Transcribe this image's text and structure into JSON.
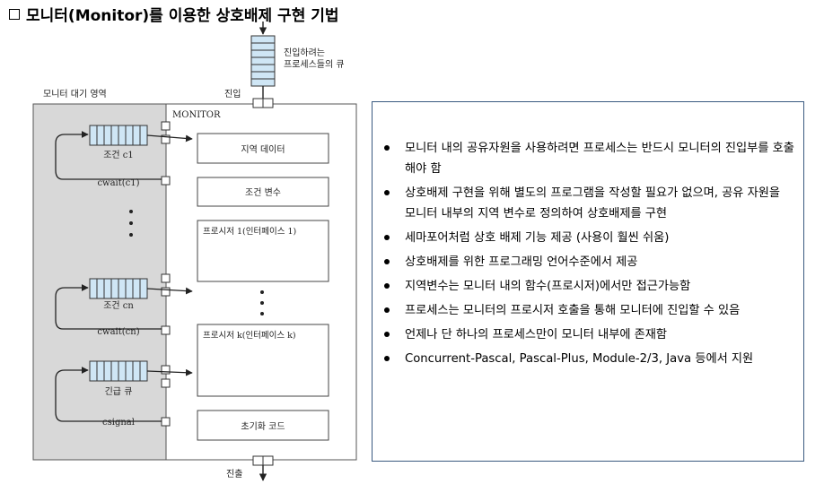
{
  "title": "모니터(Monitor)를 이용한 상호배제 구현 기법",
  "diagram": {
    "queue_label_line1": "진입하려는",
    "queue_label_line2": "프로세스들의 큐",
    "waiting_area_label": "모니터 대기 영역",
    "entry_label": "진입",
    "monitor_label": "MONITOR",
    "local_data": "지역 데이터",
    "condition_variables": "조건 변수",
    "procedure_1": "프로시저 1(인터페이스 1)",
    "procedure_k": "프로시저 k(인터페이스 k)",
    "init_code": "초기화 코드",
    "cond_c1": "조건 c1",
    "cwait_c1": "cwait(c1)",
    "cond_cn": "조건 cn",
    "cwait_cn": "cwait(cn)",
    "urgent_queue": "긴급 큐",
    "csignal": "csignal",
    "exit_label": "진출"
  },
  "bullets": [
    "모니터 내의 공유자원을 사용하려면 프로세스는 반드시 모니터의 진입부를 호출해야 함",
    "상호배제 구현을 위해 별도의 프로그램을 작성할 필요가 없으며, 공유 자원을 모니터 내부의 지역 변수로 정의하여 상호배제를 구현",
    "세마포어처럼 상호 배제 기능 제공 (사용이 훨씬 쉬움)",
    "상호배제를 위한 프로그래밍 언어수준에서 제공",
    "지역변수는 모니터 내의 함수(프로시저)에서만 접근가능함",
    "프로세스는 모니터의 프로시저 호출을 통해 모니터에 진입할 수 있음",
    "언제나 단 하나의 프로세스만이 모니터 내부에 존재함",
    "Concurrent-Pascal, Pascal-Plus, Module-2/3, Java 등에서 지원"
  ]
}
